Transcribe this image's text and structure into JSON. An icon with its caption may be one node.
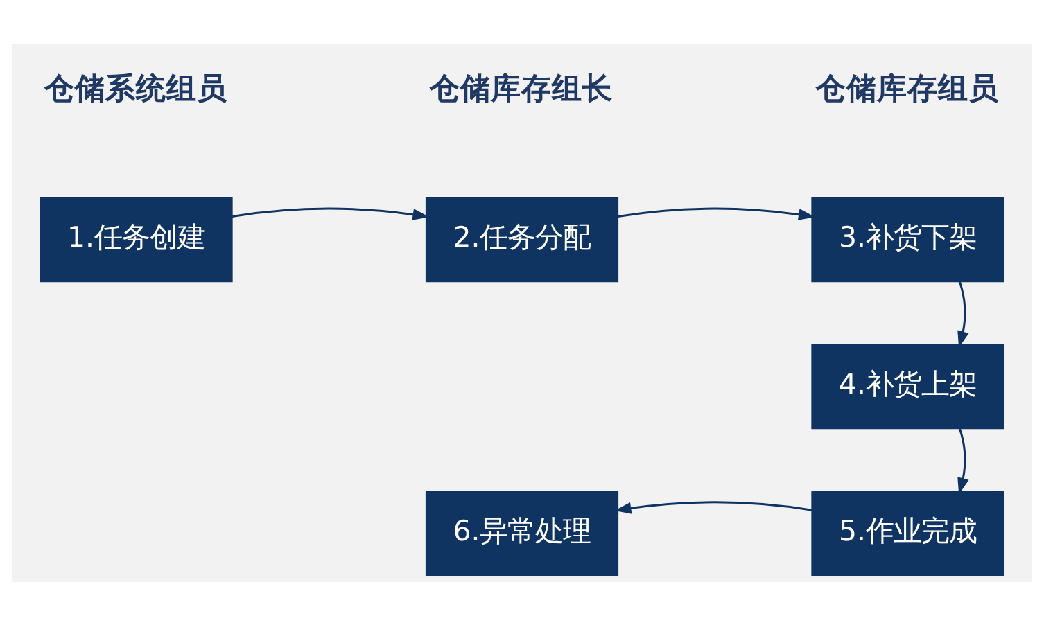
{
  "diagram": {
    "nodes": [
      {
        "text": [
          "1.任务创建"
        ]
      },
      {
        "text": [
          "2.任务分配"
        ]
      },
      {
        "text": [
          "3.补货下架"
        ]
      },
      {
        "text": [
          "4.补货上架"
        ]
      },
      {
        "text": [
          "5.作业完成"
        ]
      },
      {
        "text": [
          "6.异常处理"
        ]
      }
    ],
    "edges": [
      {
        "from": 0,
        "to": 1,
        "arrow": "to"
      },
      {
        "from": 1,
        "to": 2,
        "arrow": "to"
      },
      {
        "from": 2,
        "to": 3,
        "arrow": "to"
      },
      {
        "from": 3,
        "to": 4,
        "arrow": "to"
      },
      {
        "from": 4,
        "to": 5,
        "arrow": "to"
      }
    ],
    "labels": [
      "仓储系统组员",
      "仓储库存组长",
      "仓储库存组员"
    ]
  }
}
